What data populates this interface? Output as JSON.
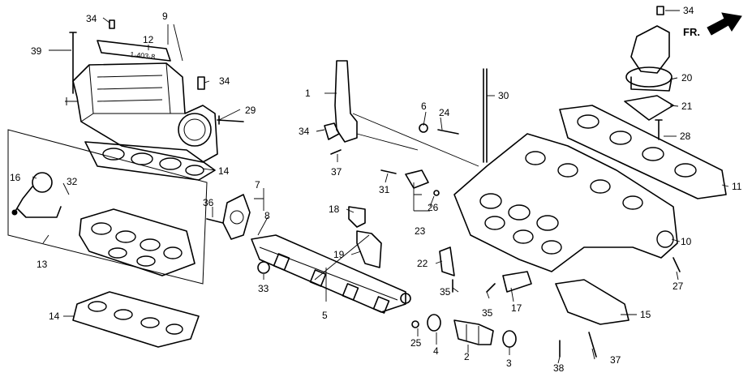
{
  "direction_label": "FR.",
  "part_numbers": [
    "1",
    "2",
    "3",
    "4",
    "5",
    "6",
    "7",
    "8",
    "9",
    "10",
    "11",
    "12",
    "13",
    "14",
    "14",
    "15",
    "16",
    "17",
    "18",
    "19",
    "20",
    "21",
    "22",
    "23",
    "24",
    "25",
    "26",
    "27",
    "28",
    "29",
    "30",
    "31",
    "32",
    "33",
    "34",
    "34",
    "34",
    "35",
    "35",
    "36",
    "37",
    "37",
    "38",
    "39"
  ]
}
